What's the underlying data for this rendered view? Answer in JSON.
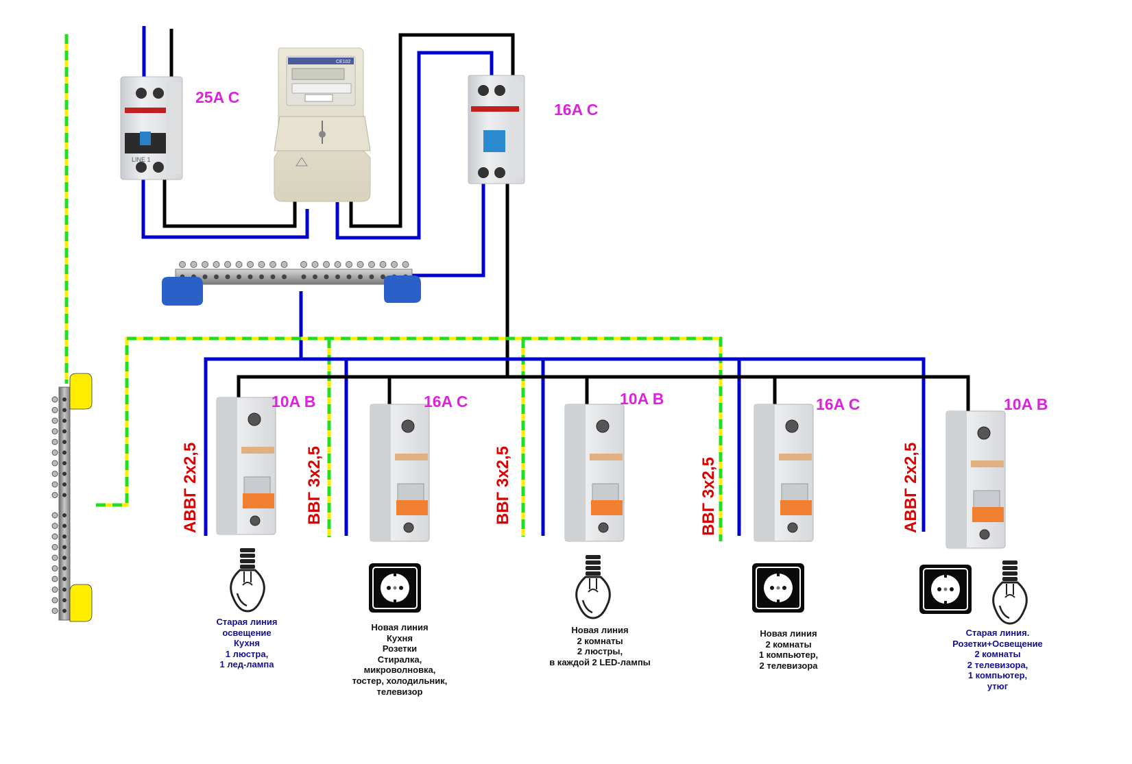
{
  "colors": {
    "neutral": "#0000cc",
    "phase": "#000000",
    "ground_green": "#22dd22",
    "ground_yellow": "#ffee00",
    "rating_text": "#dd22dd",
    "cable_text": "#dd0000",
    "old_line_text": "#101090",
    "new_line_text": "#111111",
    "breaker_lever": "#f08030",
    "rcd_lever": "#2a8ad0"
  },
  "main_breaker": {
    "rating": "25A C",
    "label": "LINE 1"
  },
  "meter": {
    "model": "CE102"
  },
  "rcd": {
    "rating": "16A C"
  },
  "circuits": [
    {
      "rating": "10A B",
      "cable": "АВВГ 2х2,5",
      "loads": [
        "lamp"
      ],
      "line_type": "old",
      "description": [
        "Старая линия",
        "освещение",
        "Кухня",
        "1 люстра,",
        "1 лед-лампа"
      ]
    },
    {
      "rating": "16A C",
      "cable": "ВВГ 3х2,5",
      "loads": [
        "socket"
      ],
      "line_type": "new",
      "description": [
        "Новая линия",
        "Кухня",
        "Розетки",
        "Стиралка,",
        "микроволновка,",
        "тостер, холодильник,",
        "телевизор"
      ]
    },
    {
      "rating": "10A B",
      "cable": "ВВГ 3х2,5",
      "loads": [
        "lamp"
      ],
      "line_type": "new",
      "description": [
        "Новая линия",
        "2 комнаты",
        "2 люстры,",
        "в каждой 2 LED-лампы"
      ]
    },
    {
      "rating": "16A C",
      "cable": "ВВГ 3х2,5",
      "loads": [
        "socket"
      ],
      "line_type": "new",
      "description": [
        "Новая линия",
        "2 комнаты",
        "1 компьютер,",
        "2 телевизора"
      ]
    },
    {
      "rating": "10A B",
      "cable": "АВВГ 2х2,5",
      "loads": [
        "socket",
        "lamp"
      ],
      "line_type": "old",
      "description": [
        "Старая линия.",
        "Розетки+Освещение",
        "2 комнаты",
        "2 телевизора,",
        "1 компьютер,",
        "утюг"
      ]
    }
  ],
  "cable_labels": [
    {
      "text": "АВВГ 2х2,5",
      "color_key": "cable_text"
    },
    {
      "text": "ВВГ 3х2,5",
      "color_key": "cable_text"
    },
    {
      "text": "ВВГ 3х2,5",
      "color_key": "cable_text"
    },
    {
      "text": "ВВГ 3х2,5",
      "color_key": "cable_text"
    },
    {
      "text": "АВВГ 2х2,5",
      "color_key": "cable_text"
    }
  ],
  "legend": {
    "neutral_bus": "neutral-busbar",
    "ground_bus": "ground-busbar"
  }
}
